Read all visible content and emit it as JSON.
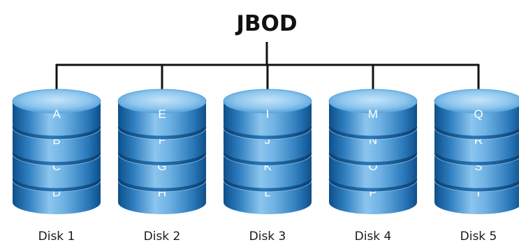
{
  "title": "JBOD",
  "colors": {
    "connector": "#111111",
    "disk_body_dark": "#0d4f8a",
    "disk_body_mid": "#3f93d1",
    "disk_body_light": "#8cc5ee",
    "disk_top_light": "#b7ddf7",
    "disk_top_dark": "#5aa6dc",
    "block_text": "#ffffff"
  },
  "disks": [
    {
      "label": "Disk 1",
      "blocks": [
        "A",
        "B",
        "C",
        "D"
      ]
    },
    {
      "label": "Disk 2",
      "blocks": [
        "E",
        "F",
        "G",
        "H"
      ]
    },
    {
      "label": "Disk 3",
      "blocks": [
        "I",
        "J",
        "K",
        "L"
      ]
    },
    {
      "label": "Disk 4",
      "blocks": [
        "M",
        "N",
        "O",
        "P"
      ]
    },
    {
      "label": "Disk 5",
      "blocks": [
        "Q",
        "R",
        "S",
        "T"
      ]
    }
  ]
}
